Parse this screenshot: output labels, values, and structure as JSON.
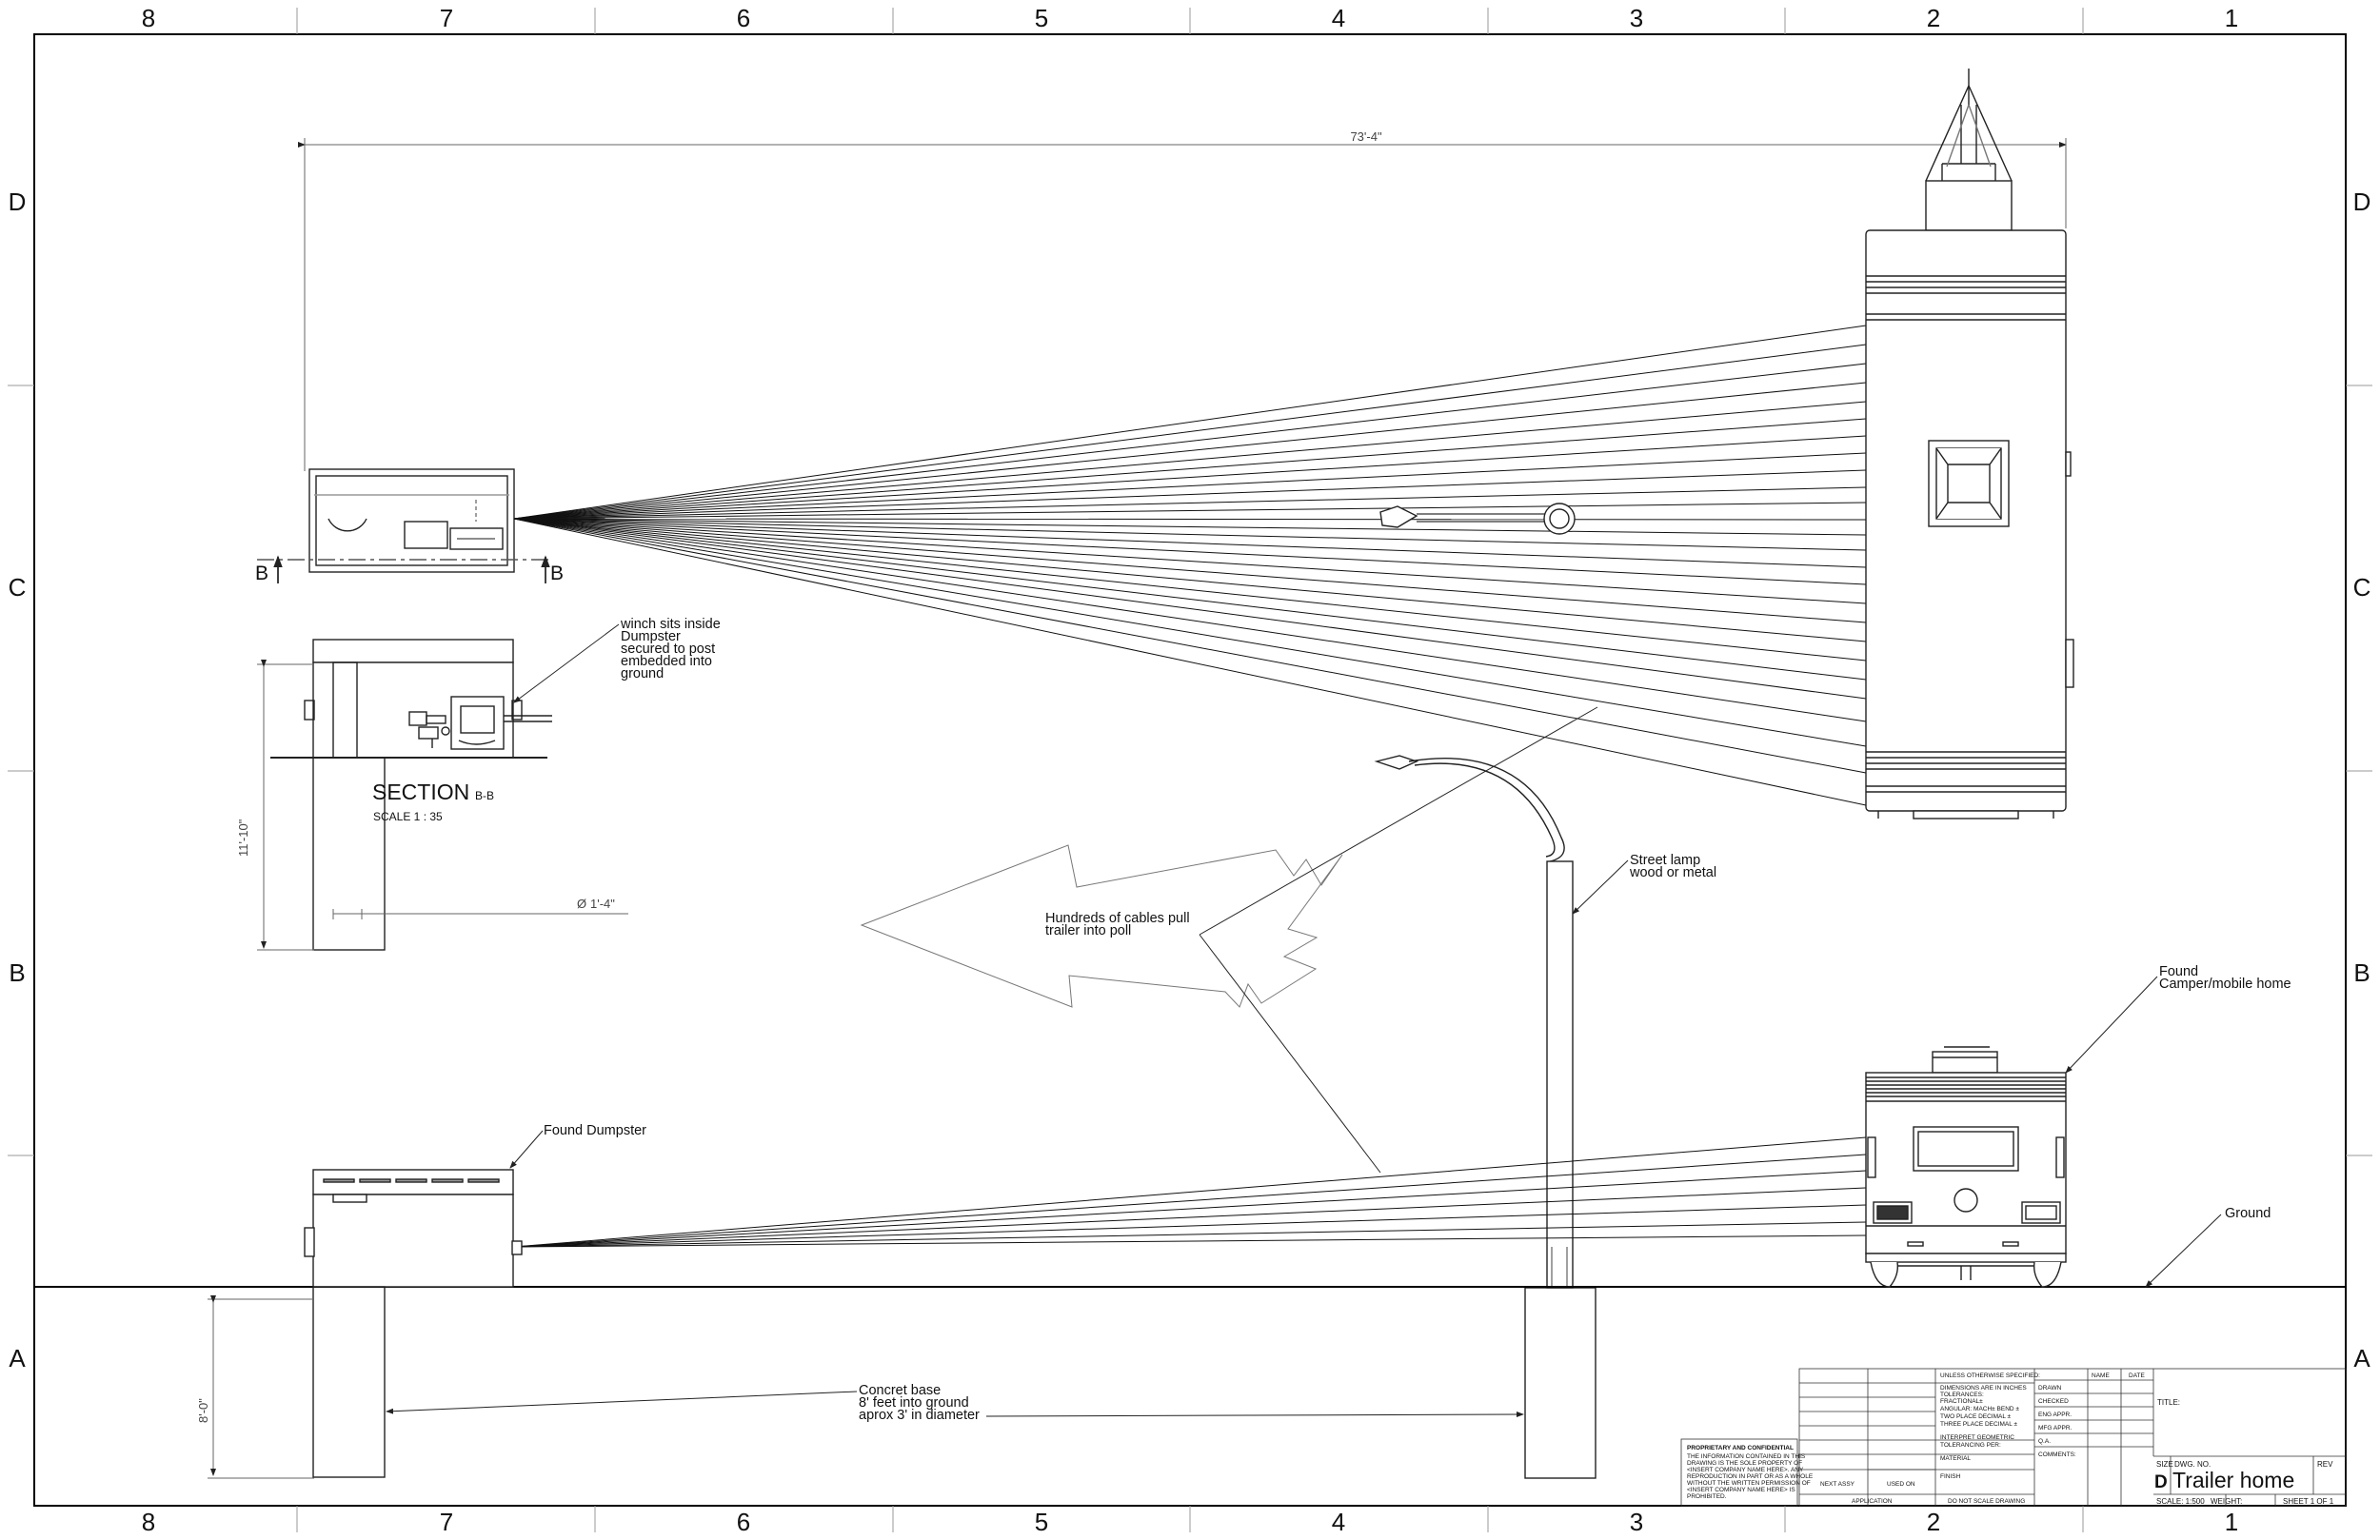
{
  "border": {
    "columns": [
      "8",
      "7",
      "6",
      "5",
      "4",
      "3",
      "2",
      "1"
    ],
    "rows": [
      "D",
      "C",
      "B",
      "A"
    ]
  },
  "dimensions": {
    "overall_length": "73'-4\"",
    "post_height": "11'-10\"",
    "post_diameter": "1'-4\"",
    "base_depth": "8'-0\""
  },
  "section": {
    "cut_label": "B",
    "title": "SECTION",
    "suffix": "B-B",
    "scale": "SCALE  1 : 35"
  },
  "callouts": {
    "winch": [
      "winch sits inside",
      "Dumpster",
      "secured to post",
      "embedded into",
      "ground"
    ],
    "cables": [
      "Hundreds of cables pull",
      "trailer into poll"
    ],
    "street_lamp": [
      "Street lamp",
      "wood or metal"
    ],
    "camper": [
      "Found",
      "Camper/mobile home"
    ],
    "dumpster": [
      "Found Dumpster"
    ],
    "ground": [
      "Ground"
    ],
    "concrete": [
      "Concret base",
      "8' feet into ground",
      "aprox 3' in diameter"
    ]
  },
  "title_block": {
    "proprietary_heading": "PROPRIETARY AND CONFIDENTIAL",
    "proprietary_text": [
      "THE INFORMATION CONTAINED IN THIS",
      "DRAWING IS THE SOLE PROPERTY OF",
      "<INSERT COMPANY NAME HERE>. ANY",
      "REPRODUCTION IN PART OR AS A WHOLE",
      "WITHOUT THE WRITTEN PERMISSION OF",
      "<INSERT COMPANY NAME HERE> IS",
      "PROHIBITED."
    ],
    "next_assy": "NEXT ASSY",
    "used_on": "USED ON",
    "application": "APPLICATION",
    "do_not_scale": "DO NOT SCALE DRAWING",
    "unless": "UNLESS OTHERWISE SPECIFIED:",
    "tolerance_lines": [
      "DIMENSIONS ARE IN INCHES",
      "TOLERANCES:",
      "FRACTIONAL±",
      "ANGULAR: MACH±    BEND ±",
      "TWO PLACE DECIMAL    ±",
      "THREE PLACE DECIMAL  ±"
    ],
    "interpret": [
      "INTERPRET GEOMETRIC",
      "TOLERANCING PER:"
    ],
    "material": "MATERIAL",
    "finish": "FINISH",
    "name": "NAME",
    "date": "DATE",
    "rows": [
      "DRAWN",
      "CHECKED",
      "ENG APPR.",
      "MFG APPR.",
      "Q.A.",
      "COMMENTS:"
    ],
    "title_label": "TITLE:",
    "size_label": "SIZE",
    "dwg_label": "DWG.  NO.",
    "rev_label": "REV",
    "size": "D",
    "drawing_name": "Trailer home",
    "scale": "SCALE: 1:500",
    "weight": "WEIGHT:",
    "sheet": "SHEET 1 OF 1"
  }
}
